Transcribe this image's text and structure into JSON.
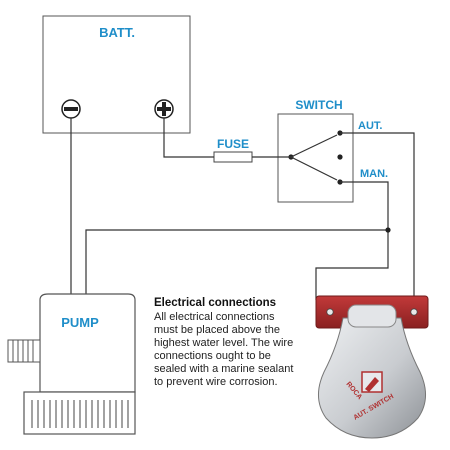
{
  "labels": {
    "battery": "BATT.",
    "switch": "SWITCH",
    "fuse": "FUSE",
    "auto": "AUT.",
    "manual": "MAN.",
    "pump": "PUMP"
  },
  "note": {
    "title": "Electrical connections",
    "lines": [
      "All electrical connections",
      "must be placed above the",
      "highest water level. The wire",
      "connections ought to be",
      "sealed with a marine sealant",
      "to prevent wire corrosion."
    ]
  },
  "float_switch": {
    "text_top": "ROCA",
    "text_bottom": "AUT. SWITCH"
  },
  "battery_terminals": [
    "minus-icon",
    "plus-icon"
  ],
  "colors": {
    "label_blue": "#1f8ec9",
    "float_switch_red": "#a32a2a",
    "float_switch_body": "#c9ccd0",
    "wire": "#333333"
  }
}
